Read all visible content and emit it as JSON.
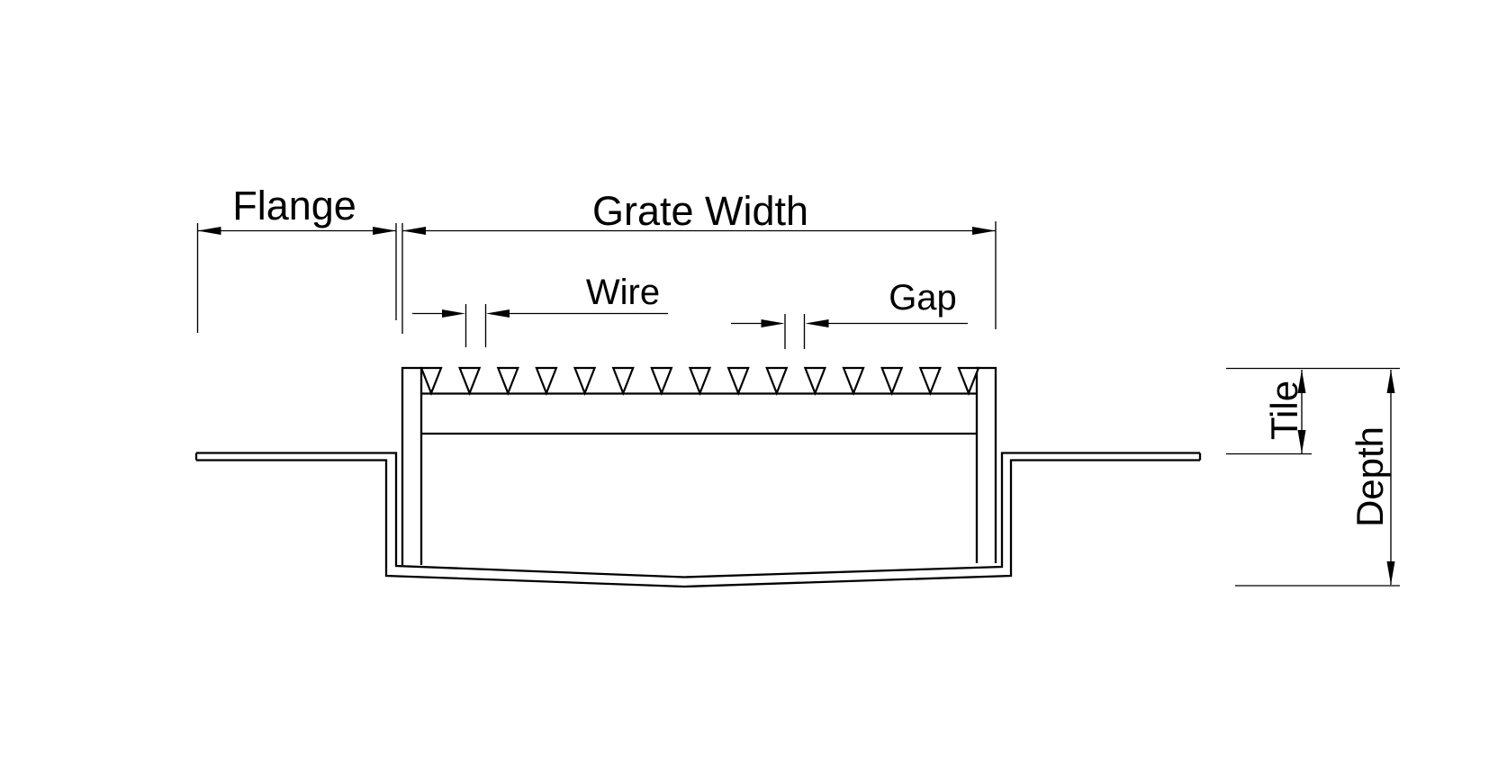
{
  "diagram": {
    "background_color": "#ffffff",
    "line_color": "#000000",
    "labels": {
      "flange": "Flange",
      "grate_width": "Grate Width",
      "wire": "Wire",
      "gap": "Gap",
      "tile": "Tile",
      "depth": "Depth"
    },
    "wires": {
      "count": 15
    }
  }
}
